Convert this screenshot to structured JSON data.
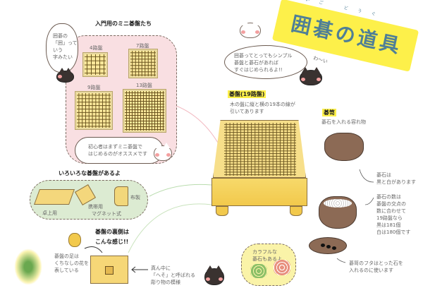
{
  "title": {
    "text": "囲碁の道具",
    "ruby": "いご どうぐ",
    "ribbon_color": "#fdf04a",
    "text_color": "#4f7f96"
  },
  "intro_bubble": {
    "lines": [
      "囲碁ってとってもシンプル",
      "碁盤と碁石があれば",
      "すぐはじめられるよ!!"
    ]
  },
  "cheer": "わ～い",
  "mini_boards": {
    "heading": "入門用のミニ碁盤たち",
    "bubble_lines": [
      "囲碁の",
      "「囲」って",
      "いう",
      "字みたい"
    ],
    "boards": [
      {
        "label": "4路盤",
        "lines": 4
      },
      {
        "label": "7路盤",
        "lines": 7
      },
      {
        "label": "9路盤",
        "lines": 9
      },
      {
        "label": "13路盤",
        "lines": 13
      }
    ],
    "tip_lines": [
      "初心者はまずミニ碁盤で",
      "はじめるのがオススメです"
    ],
    "cloud_color": "#f9dfe2"
  },
  "variety": {
    "heading": "いろいろな碁盤があるよ",
    "items": [
      "卓上用",
      "携帯用",
      "マグネット式",
      "布製"
    ],
    "cloud_color": "#dcebd2"
  },
  "underside": {
    "heading_lines": [
      "碁盤の裏側は",
      "こんな感じ!!"
    ],
    "foot_note_lines": [
      "碁盤の足は",
      "くちなしの花を",
      "表している"
    ],
    "center_note_lines": [
      "真ん中に",
      "「へそ」と呼ばれる",
      "彫り物の模様"
    ]
  },
  "goban": {
    "label": "碁盤(19路盤)",
    "desc_lines": [
      "木の盤に縦と横の19本の線が",
      "引いてあります"
    ],
    "lines": 19
  },
  "goke": {
    "label": "碁笥",
    "desc": "碁石を入れる容れ物",
    "stones_note_lines": [
      "碁石は",
      "黒と白があります"
    ],
    "count_note_lines": [
      "碁石の数は",
      "碁盤の交点の",
      "数に合わせて",
      "19路盤なら",
      "黒は181個",
      "白は180個です"
    ],
    "lid_note_lines": [
      "碁笥のフタはとった石を",
      "入れるのに使います"
    ]
  },
  "colorful": {
    "lines": [
      "カラフルな",
      "碁石もあるよ"
    ],
    "cloud_color": "#faf3a8"
  }
}
